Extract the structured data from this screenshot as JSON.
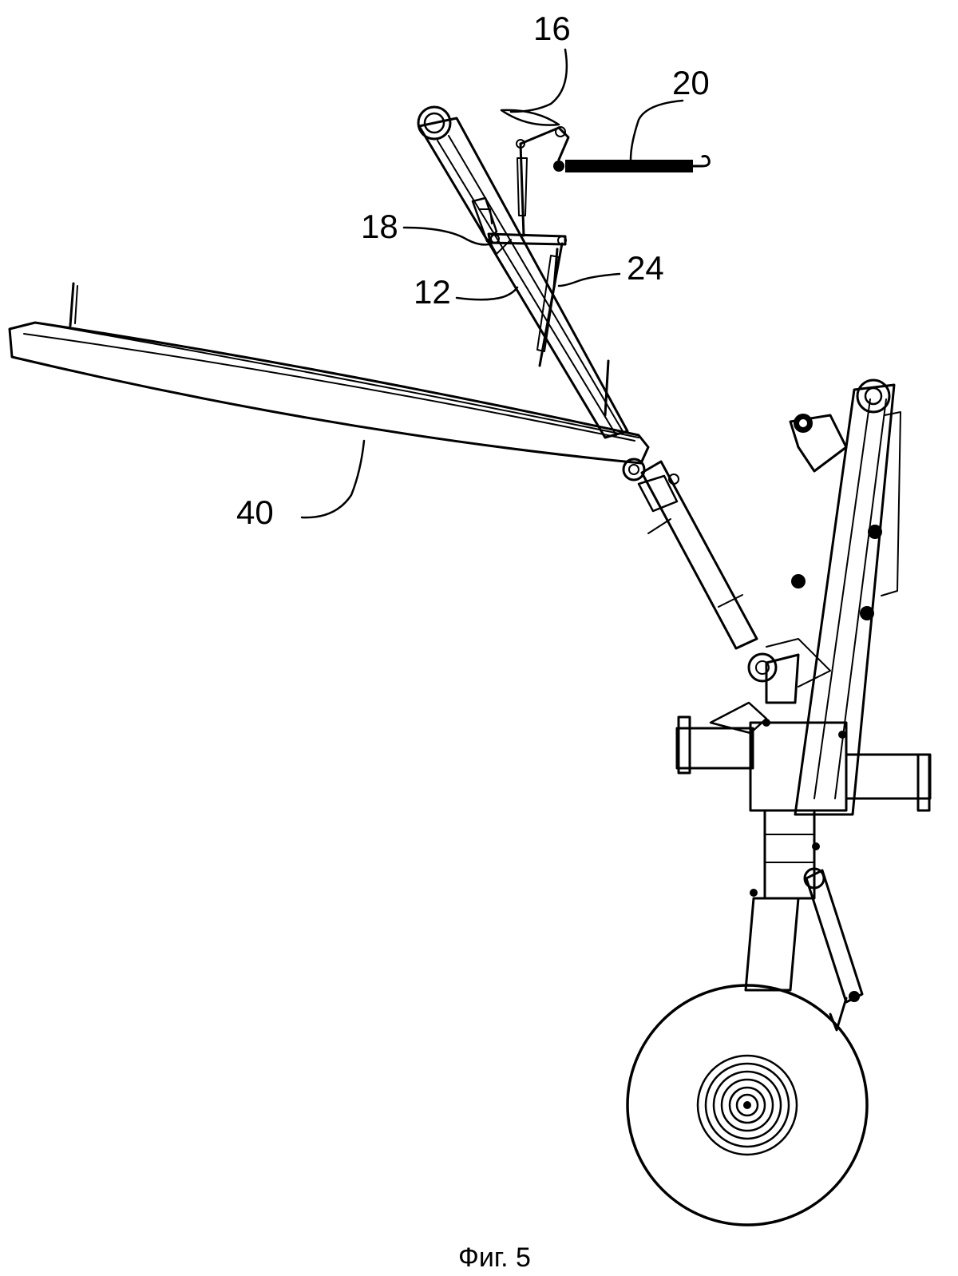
{
  "figure": {
    "caption": "Фиг. 5",
    "reference_numerals": {
      "part_16": "16",
      "part_20": "20",
      "part_18": "18",
      "part_24": "24",
      "part_12": "12",
      "part_40": "40"
    }
  },
  "colors": {
    "line": "#000000",
    "background": "#ffffff"
  }
}
